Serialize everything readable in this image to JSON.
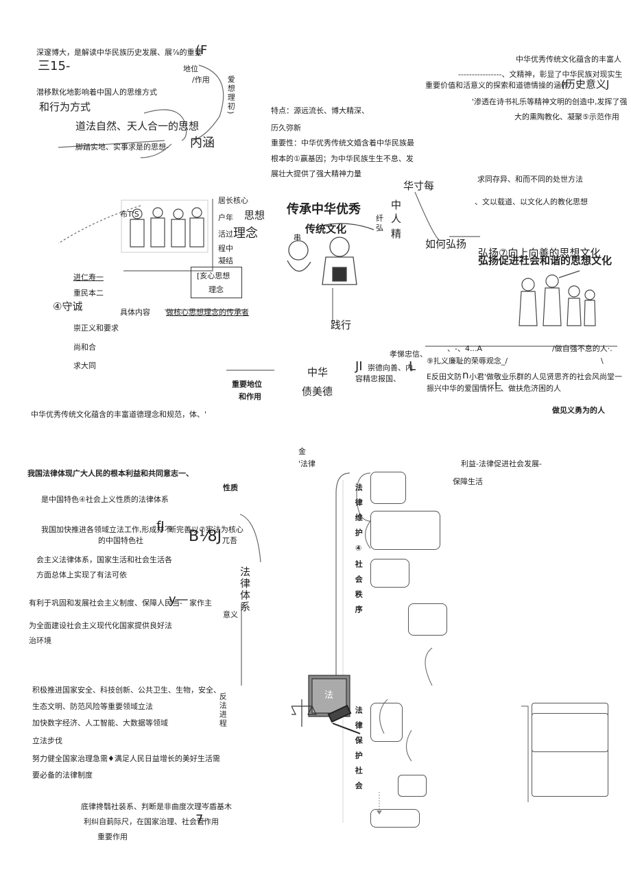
{
  "top_left": {
    "l1": "深邃博大，是解读中华民族历史发展、展⅞的重要",
    "l1b": "(F",
    "l2": "三15-",
    "l3a": "地位",
    "l3b": "/作用",
    "l4": "潜移默化地影响着中国人的思维方式",
    "l5": "和行为方式",
    "l6": "道法自然、天人合一的思想",
    "l7": "脚踏实地、实事求是的思想-",
    "neihan": "内涵",
    "vert1": "爱想理初)"
  },
  "center_top": {
    "f1": "特点：源远流长、博大精深、",
    "f2": "历久弥新",
    "z1": "重要性：中华优秀传统文婚含着中华民族最",
    "z2": "根本的①赢基因；为中华民族生生不息、发",
    "z3": "展壮大提供了强大精神力量"
  },
  "top_right": {
    "r1": "中华优秀传统文化蕴含的丰富人",
    "r2": "----------------、文精神，彰显了中华民族对现实生",
    "r3": "重要价值和活意义的探索和道德情操的涵养",
    "r3b": "(历史意义J",
    "r4": "'渗透在诗书礼乐等精神文明的创造中,发挥了强",
    "r5": "大的熏陶教化、凝聚⑤示范作用"
  },
  "right_mid": {
    "v1": "华寸每",
    "v2": "中",
    "v3": "人",
    "v4": "精",
    "h1": "求同存异、和而不同的处世方法",
    "h2": "、文以载道、以文化人的教化思想",
    "ruhe": "如何弘扬",
    "hy1": "弘扬⑦向上向善的思想文化",
    "hy2": "弘扬促进社会和谐的思想文化"
  },
  "center": {
    "title1": "传承中华优秀",
    "title2": "传统文化",
    "side1": "纤",
    "side2": "弘",
    "chun": "串",
    "jianxing": "践行"
  },
  "left_mid": {
    "buts": "布T'S",
    "c1": "居长核心",
    "c2": "户年",
    "c3": "思想",
    "c4": "活过",
    "c5": "理念",
    "c6": "程中",
    "c7": "凝结",
    "hexin1": "[亥心思想",
    "hexin2": "理念",
    "k1": "进仁寿一",
    "k2": "重民本二",
    "k3": "④守诚",
    "k4": "崇正义和要求",
    "k5": "尚和合",
    "k6": "求大同",
    "jutineirong": "具体内容",
    "chuancheng": "做核心思想理念的传承者"
  },
  "meide": {
    "zhonghua": "中华",
    "meide": "债美德",
    "d1": "孝悌忠信、",
    "d2": "JI",
    "d3": "崇德向善、内",
    "d4": "L",
    "d5": "容精忠报国、",
    "zy1": "重要地位",
    "zy2": "和作用",
    "bottom": "中华优秀传统文化蕴含的丰富道德理念和规范，体、'"
  },
  "right_lower": {
    "a1": "、-、4...A",
    "a2": "/做自强不息的人·.",
    "a3": "⑨扎义廉耻的荣辱观念_/",
    "a4": "\\",
    "a5": "E反田文防",
    "a6": "n",
    "a7": "小君'做敬业乐群的人见贤思齐的社会风尚堂一",
    "a8": "振兴中华的爱国情怀三",
    "a9": "I",
    "a10": "、做扶危济困的人",
    "a11": "做见义勇为的人"
  },
  "law_left": {
    "p1": "我国法律体现广大人民的根本利益和共同意志一、",
    "xingzhi": "性质",
    "p2": "是中国特色④社会上义性质的法律体系",
    "p3a": "我国加快推进各领域立法工作,形成井不",
    "p3b": "fJ",
    "p3c": "断完善以⑦宪法为核心",
    "p4a": "的中国特色社",
    "p4b": "B⅟8J",
    "p4c": "兀吾",
    "p5": "会主义法律体系，国家生活和社会生活各",
    "p6": "方面总体上实现了有法可依",
    "vert_law": "法律体系",
    "p7a": "有利于巩固和发展社会主义制度、保障人民当-",
    "p7b": "y—",
    "p7c": "家作主",
    "yiyi": "意义",
    "p8": "为全面建设社会主义现代化国家提供良好法",
    "p9": "治环境",
    "l1": "积极推进国家安全、科技创新、公共卫生、生物，安全、",
    "l2": "生态文明、防范风险等重要领域立法",
    "l3": "加快数字经济、人工智能、大数据等领域",
    "l4": "立法步伐",
    "l5": "努力健全国家治理急需♦满足人民日益增长的美好生活需",
    "l6": "要必备的法律制度",
    "vert_lifa": "反法进程",
    "f1": "底律搀翳社装系、判断是非曲度次理岑盾基木",
    "f2a": "利纠自莿际尺，在国家治理、社会管",
    "f2b": "7",
    "f2c": "作用",
    "f3": "重要作用"
  },
  "law_right": {
    "jin": "金",
    "falv": "'法律",
    "liyi": "利益-法律促进社会发展-",
    "baozhang": "保障生活",
    "v_weihu": "法律维护④社会秩序",
    "v_baohu": "法律保护社会"
  },
  "colors": {
    "ink": "#222222",
    "line": "#666666",
    "box": "#555555"
  },
  "icons": [
    "curly-brace-icon",
    "arrow-icon",
    "scales-icon",
    "gavel-icon",
    "book-icon"
  ]
}
